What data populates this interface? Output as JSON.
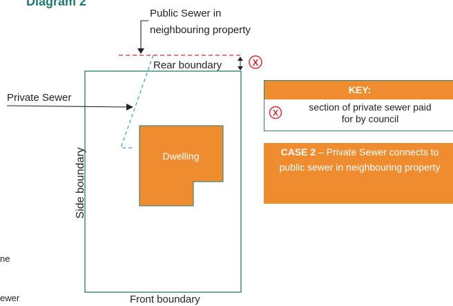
{
  "title": "Diagram 2",
  "labels": {
    "public_sewer_line1": "Public Sewer in",
    "public_sewer_line2": "neighbouring property",
    "private_sewer": "Private Sewer",
    "rear_boundary": "Rear boundary",
    "front_boundary": "Front boundary",
    "side_boundary": "Side boundary",
    "dwelling": "Dwelling",
    "marker_x": "X",
    "fragment_1": "ne",
    "fragment_2": "ewer"
  },
  "key": {
    "heading": "KEY:",
    "marker": "X",
    "line1": "section of private sewer paid",
    "line2": "for by council"
  },
  "case": {
    "bold": "CASE 2",
    "text": " – Private Sewer connects to public sewer in neighbouring property"
  },
  "colors": {
    "teal": "#1f7a74",
    "orange": "#ef8c2f",
    "red": "#d9262b",
    "dash_blue": "#3a9fd6"
  }
}
